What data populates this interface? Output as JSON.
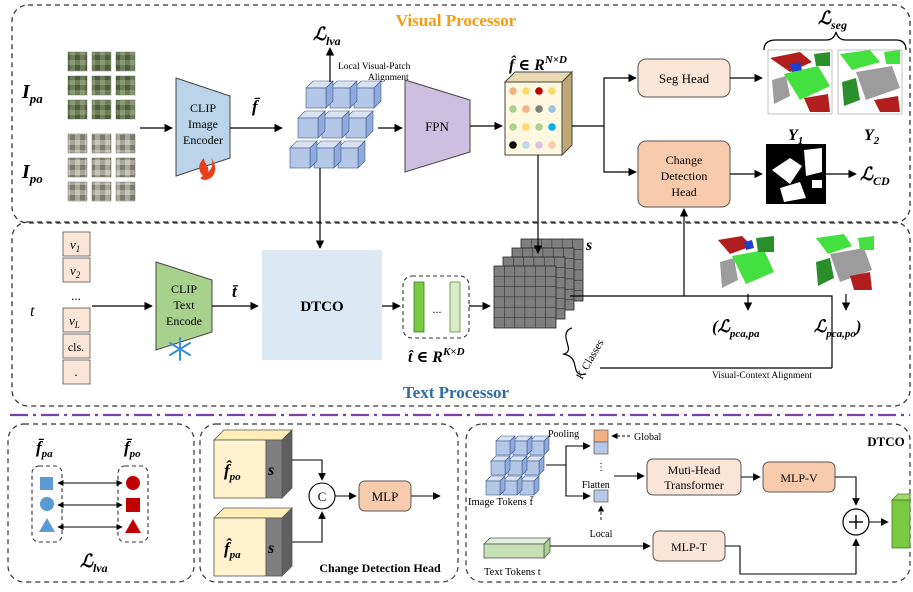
{
  "visual_processor": {
    "title": "Visual Processor",
    "input_pa": "I",
    "input_pa_sub": "pa",
    "input_po": "I",
    "input_po_sub": "po",
    "encoder_lines": [
      "CLIP",
      "Image",
      "Encoder"
    ],
    "f_bar": "f̄",
    "loss_lva": "ℒ",
    "loss_lva_sub": "lva",
    "alignment_lines": [
      "Local Visual-Patch",
      "Alignment"
    ],
    "fpn": "FPN",
    "f_hat_label": "f̂ ∈ R",
    "f_hat_sup": "N×D",
    "seg_head": "Seg Head",
    "cd_head_lines": [
      "Change",
      "Detection",
      "Head"
    ],
    "loss_seg": "ℒ",
    "loss_seg_sub": "seg",
    "y1": "Y",
    "y1_sub": "1",
    "y2": "Y",
    "y2_sub": "2",
    "loss_cd": "ℒ",
    "loss_cd_sub": "CD"
  },
  "text_processor": {
    "title": "Text Processor",
    "t_label": "t",
    "tokens": [
      "v",
      "v",
      "...",
      "v",
      "cls.",
      "."
    ],
    "token_subs": [
      "1",
      "2",
      "",
      "L",
      "",
      ""
    ],
    "encoder_lines": [
      "CLIP",
      "Text",
      "Encode"
    ],
    "t_bar": "t̄",
    "dtco": "DTCO",
    "t_hat_label": "t̂ ∈ R",
    "t_hat_sup": "K×D",
    "ellipsis": "...",
    "s_label": "s",
    "k_classes": "K Classes",
    "loss_pca_pa": "(ℒ",
    "loss_pca_pa_sub": "pca,pa",
    "loss_pca_po": "ℒ",
    "loss_pca_po_sub": "pca,po",
    "close_paren": ")",
    "visual_context": "Visual-Context Alignment"
  },
  "lva_panel": {
    "f_pa": "f̄",
    "f_pa_sub": "pa",
    "f_po": "f̄",
    "f_po_sub": "po",
    "loss": "ℒ",
    "loss_sub": "lva"
  },
  "cd_panel": {
    "f_po": "f̂",
    "f_po_sub": "po",
    "f_pa": "f̂",
    "f_pa_sub": "pa",
    "s1": "s",
    "s2": "s",
    "concat": "C",
    "mlp": "MLP",
    "title": "Change Detection Head"
  },
  "dtco_panel": {
    "title": "DTCO",
    "pooling": "Pooling",
    "global": "Global",
    "flatten": "Flatten",
    "local": "Local",
    "image_tokens": "Image Tokens f̄",
    "mhsa_lines": [
      "Muti-Head",
      "Transformer"
    ],
    "mlp_v": "MLP-V",
    "mlp_t": "MLP-T",
    "text_tokens": "Text Tokens t"
  },
  "colors": {
    "orange_title": "#f39c12",
    "blue_title": "#2e6da4",
    "purple_divider": "#7b3fa8",
    "encoder_blue": "#bcd4ea",
    "encoder_green": "#a9d18e",
    "fpn_purple": "#cdbfe0",
    "head_peach": "#f8cbad",
    "dtco_bg": "#dbe9f5",
    "cube_blue": "#b4c7e7",
    "cube_yellow": "#fff2cc"
  }
}
